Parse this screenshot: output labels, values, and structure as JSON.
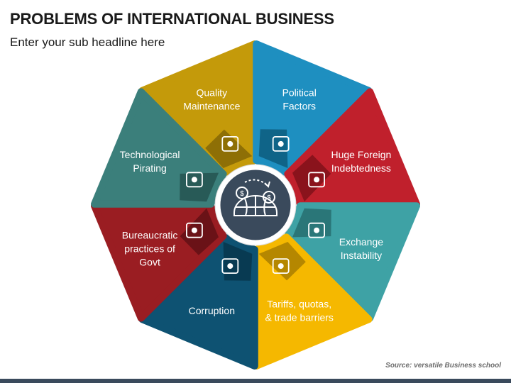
{
  "title": "PROBLEMS OF INTERNATIONAL BUSINESS",
  "subtitle": "Enter your sub headline here",
  "source": "Source: versatile Business school",
  "center_icon": "globe-with-money-pins-icon",
  "segments": [
    {
      "lines": [
        "Quality",
        "Maintenance"
      ],
      "color": "#c49a0a",
      "dark": "#8e6f06",
      "icon": "gear-wrench-icon"
    },
    {
      "lines": [
        "Political",
        "Factors"
      ],
      "color": "#1e8fc0",
      "dark": "#0f6488",
      "icon": "government-meeting-icon"
    },
    {
      "lines": [
        "Huge Foreign",
        "Indebtedness"
      ],
      "color": "#c0202c",
      "dark": "#8a131c",
      "icon": "money-bags-icon"
    },
    {
      "lines": [
        "Exchange",
        "Instability"
      ],
      "color": "#3ea2a5",
      "dark": "#2a7678",
      "icon": "currency-exchange-icon"
    },
    {
      "lines": [
        "Tariffs, quotas,",
        "& trade barriers"
      ],
      "color": "#f5b800",
      "dark": "#b58700",
      "icon": "tariff-document-icon"
    },
    {
      "lines": [
        "Corruption"
      ],
      "color": "#0e5272",
      "dark": "#083a52",
      "icon": "bribe-money-icon"
    },
    {
      "lines": [
        "Bureaucratic",
        "practices of",
        "Govt"
      ],
      "color": "#9a1d22",
      "dark": "#6a1217",
      "icon": "government-building-icon"
    },
    {
      "lines": [
        "Technological",
        "Pirating"
      ],
      "color": "#3b7f7b",
      "dark": "#285a57",
      "icon": "pirate-computer-icon"
    }
  ]
}
